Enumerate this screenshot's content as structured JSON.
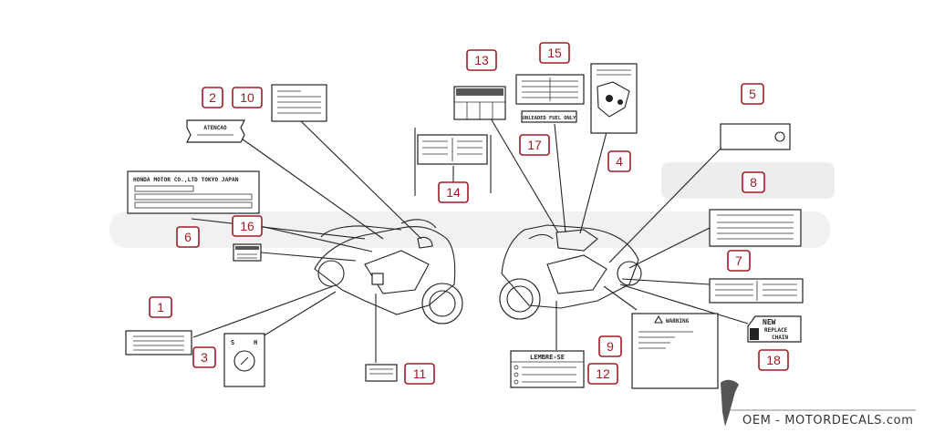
{
  "callouts": [
    "1",
    "2",
    "3",
    "4",
    "5",
    "6",
    "7",
    "8",
    "9",
    "10",
    "11",
    "12",
    "13",
    "14",
    "15",
    "16",
    "17",
    "18"
  ],
  "labels": {
    "nameplate": "HONDA MOTOR CO.,LTD TOKYO JAPAN",
    "tag2": "ATENCAO",
    "fuel": "UNLEADED FUEL ONLY",
    "warning": "WARNING",
    "lembrese": "LEMBRE-SE",
    "chain_1": "NEW",
    "chain_2": "REPLACE",
    "chain_3": "CHAIN"
  },
  "watermark": "OEM - MOTORDECALS.com"
}
